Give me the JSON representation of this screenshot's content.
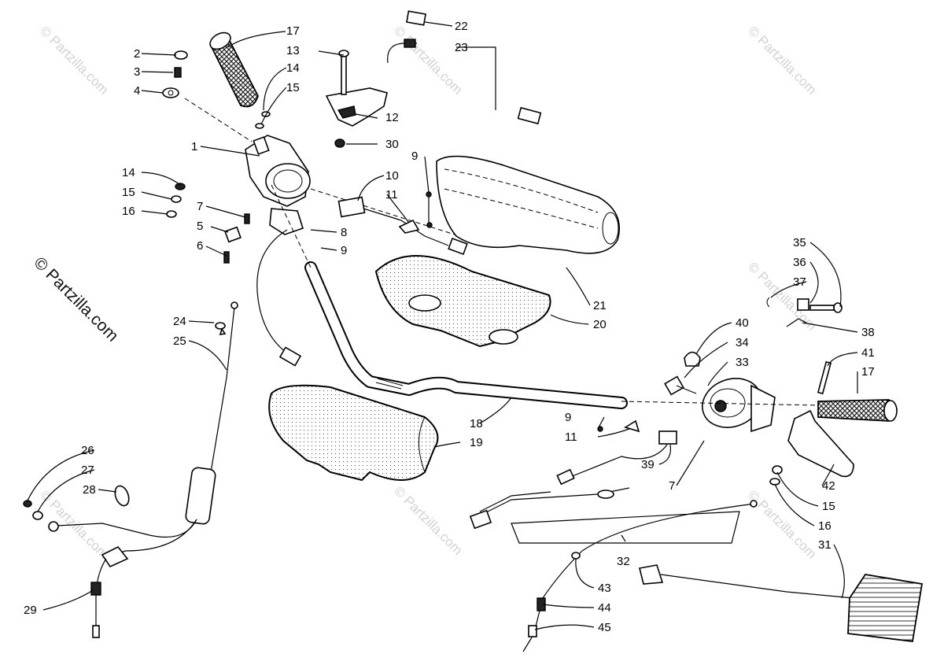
{
  "watermark": "© Partzilla.com",
  "copyright_text": "© Partzilla.com",
  "callouts": [
    "1",
    "2",
    "3",
    "4",
    "5",
    "6",
    "7",
    "8",
    "9",
    "10",
    "11",
    "12",
    "13",
    "14",
    "15",
    "16",
    "17",
    "18",
    "19",
    "20",
    "21",
    "22",
    "23",
    "24",
    "25",
    "26",
    "27",
    "28",
    "29",
    "30",
    "31",
    "32",
    "33",
    "34",
    "35",
    "36",
    "37",
    "38",
    "39",
    "40",
    "41",
    "42",
    "43",
    "44",
    "45"
  ]
}
